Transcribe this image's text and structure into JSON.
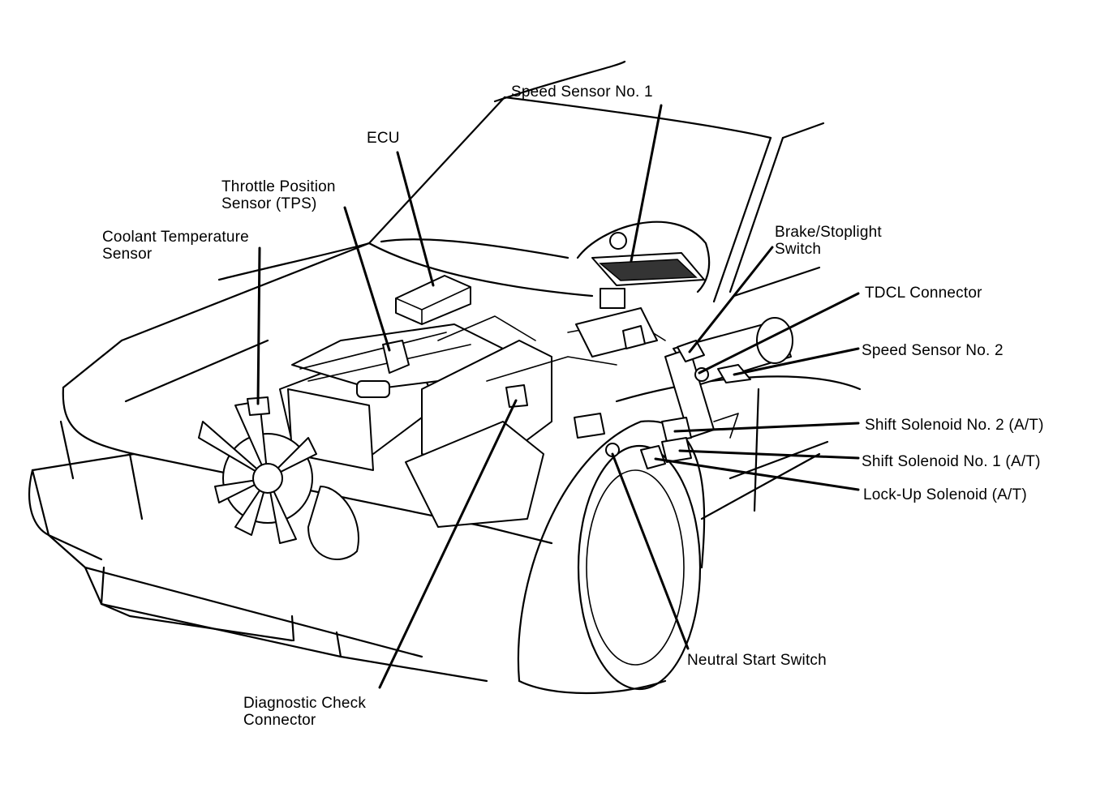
{
  "labels": {
    "speed_sensor_1": "Speed Sensor No. 1",
    "ecu": "ECU",
    "tps_line1": "Throttle Position",
    "tps_line2": "Sensor (TPS)",
    "coolant_line1": "Coolant Temperature",
    "coolant_line2": "Sensor",
    "brake_line1": "Brake/Stoplight",
    "brake_line2": "Switch",
    "tdcl": "TDCL Connector",
    "speed_sensor_2": "Speed Sensor No. 2",
    "shift_solenoid_2": "Shift Solenoid No. 2 (A/T)",
    "shift_solenoid_1": "Shift Solenoid No. 1 (A/T)",
    "lockup_solenoid": "Lock-Up Solenoid (A/T)",
    "neutral_start": "Neutral Start Switch",
    "diag_line1": "Diagnostic Check",
    "diag_line2": "Connector"
  }
}
